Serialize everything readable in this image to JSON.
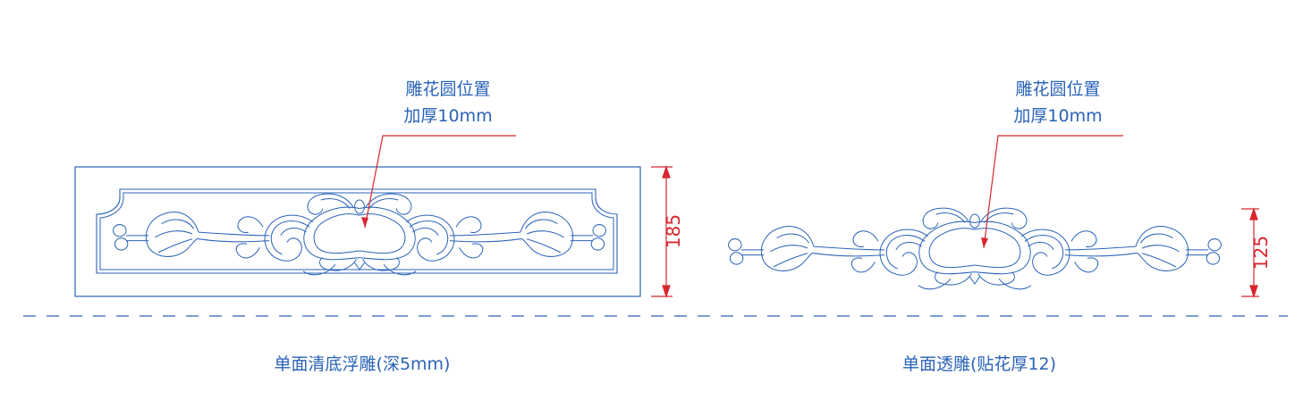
{
  "drawing": {
    "left_panel": {
      "callout_line1": "雕花圆位置",
      "callout_line2": "加厚10mm",
      "dimension": "185",
      "caption": "单面清底浮雕(深5mm)"
    },
    "right_panel": {
      "callout_line1": "雕花圆位置",
      "callout_line2": "加厚10mm",
      "dimension": "125",
      "caption": "单面透雕(贴花厚12)"
    },
    "colors": {
      "outline": "#2a63b8",
      "leader": "#d8272f",
      "centerline": "#2a63b8"
    }
  }
}
